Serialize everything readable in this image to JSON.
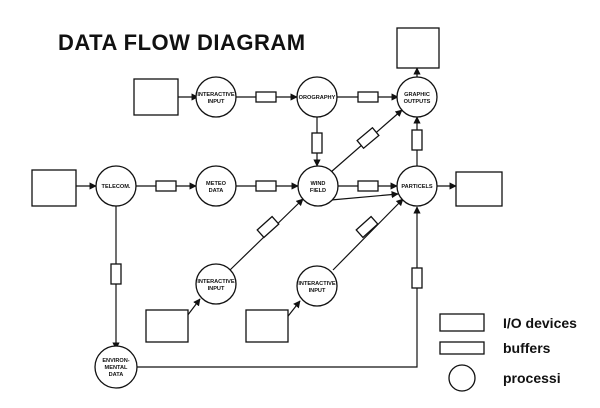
{
  "title": "DATA FLOW DIAGRAM",
  "processes": {
    "interactive_input_top": [
      "INTERACTIVE",
      "INPUT"
    ],
    "orography": [
      "OROGRAPHY"
    ],
    "graphic_outputs": [
      "GRAPHIC",
      "OUTPUTS"
    ],
    "telecom": [
      "TELECOM."
    ],
    "meteo_data": [
      "METEO",
      "DATA"
    ],
    "wind_field": [
      "WIND",
      "FIELD"
    ],
    "particels": [
      "PARTICELS"
    ],
    "interactive_input_left": [
      "INTERACTIVE",
      "INPUT"
    ],
    "interactive_input_right": [
      "INTERACTIVE",
      "INPUT"
    ],
    "environmental_data": [
      "ENVIRON-",
      "MENTAL",
      "DATA"
    ]
  },
  "legend": {
    "io_devices": "I/O devices",
    "buffers": "buffers",
    "processi": "processi"
  }
}
